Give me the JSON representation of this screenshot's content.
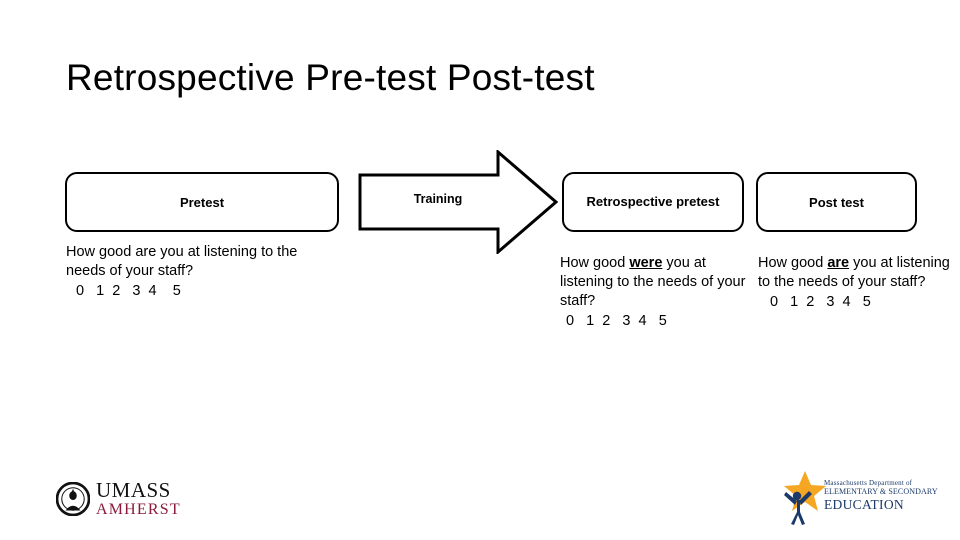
{
  "slide": {
    "title": "Retrospective Pre-test Post-test",
    "background_color": "#ffffff",
    "text_color": "#000000"
  },
  "stages": [
    {
      "id": "pretest",
      "box_label": "Pretest",
      "shape": "rounded-rectangle"
    },
    {
      "id": "training",
      "box_label": "Training",
      "shape": "right-arrow"
    },
    {
      "id": "retrospective-pretest",
      "box_label": "Retrospective pretest",
      "shape": "rounded-rectangle"
    },
    {
      "id": "post-test",
      "box_label": "Post test",
      "shape": "rounded-rectangle"
    }
  ],
  "questions": {
    "pretest": {
      "lead": "How good ",
      "emphasis": "",
      "rest": "are you at listening to the needs of your staff?",
      "full_text": "How good are you at listening to the needs of your staff?",
      "scale": "0   1  2   3  4    5"
    },
    "retrospective": {
      "lead": "How good ",
      "emphasis": "were",
      "rest": " you at listening to the needs of your staff?",
      "full_text": "How good were you at listening to the needs of your staff?",
      "scale": "0   1  2   3  4   5"
    },
    "post": {
      "lead": "How good ",
      "emphasis": "are",
      "rest": " you at listening to the needs of your staff?",
      "full_text": "How good are you at listening to the needs of your staff?",
      "scale": "0   1  2   3  4   5"
    }
  },
  "scale_values": [
    "0",
    "1",
    "2",
    "3",
    "4",
    "5"
  ],
  "logos": {
    "umass": {
      "name": "umass-amherst-logo",
      "line1": "UMASS",
      "line2": "AMHERST",
      "line1_color": "#111111",
      "line2_color": "#8b1a3a"
    },
    "dese": {
      "name": "massachusetts-dese-logo",
      "line1": "Massachusetts Department of",
      "line2": "ELEMENTARY & SECONDARY",
      "line3": "EDUCATION",
      "text_color": "#1b3a6b",
      "star_color": "#f5a623",
      "figure_color": "#1b3a6b"
    }
  }
}
